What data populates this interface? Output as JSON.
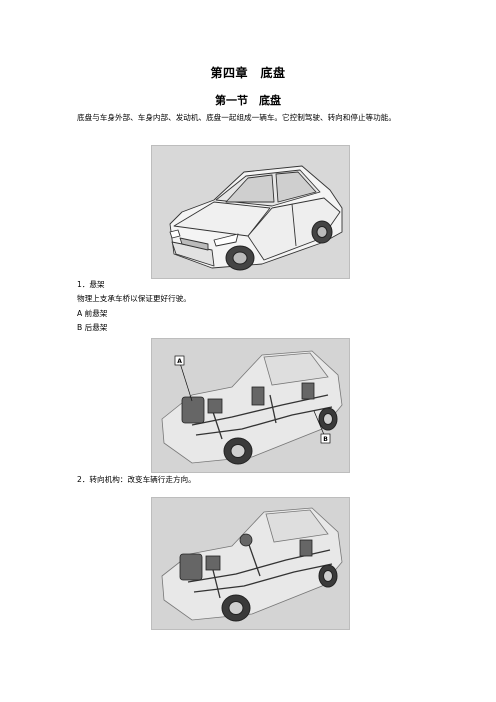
{
  "chapter_title": "第四章　底盘",
  "section_title": "第一节　底盘",
  "intro_text": "底盘与车身外部、车身内部、发动机、底盘一起组成一辆车。它控制驾驶、转向和停止等功能。",
  "items": {
    "suspension_heading": "1．悬架",
    "suspension_desc": "物理上支承车桥以保证更好行驶。",
    "front_suspension": "A 前悬架",
    "rear_suspension": "B 后悬架",
    "steering_heading": "2．转向机构：改变车辆行走方向。"
  },
  "figure2_callouts": {
    "a": "A",
    "b": "B"
  }
}
